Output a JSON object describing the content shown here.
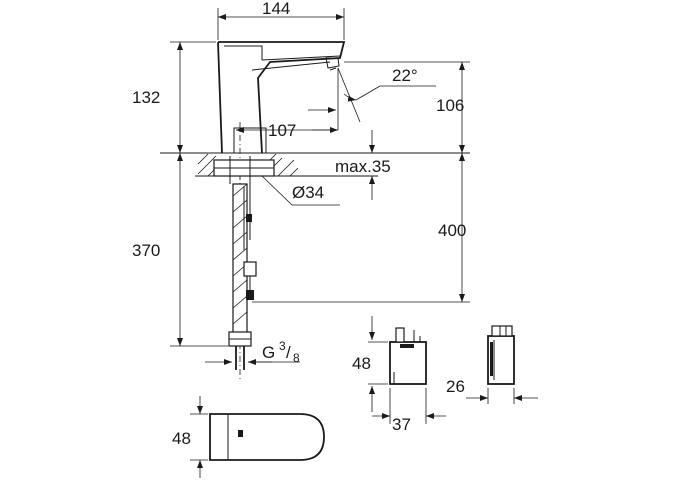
{
  "dimensions": {
    "width_faucet": "144",
    "height_faucet": "132",
    "spout_angle": "22°",
    "spout_height": "106",
    "spout_reach": "107",
    "deck_thickness": "max.35",
    "hole_diameter": "Ø34",
    "hose_length_left": "370",
    "hose_length_right": "400",
    "thread_prefix": "G",
    "thread_sup": "3",
    "thread_sub": "8",
    "box_height": "48",
    "box_width": "37",
    "box_depth": "26",
    "sensor_height": "48"
  }
}
